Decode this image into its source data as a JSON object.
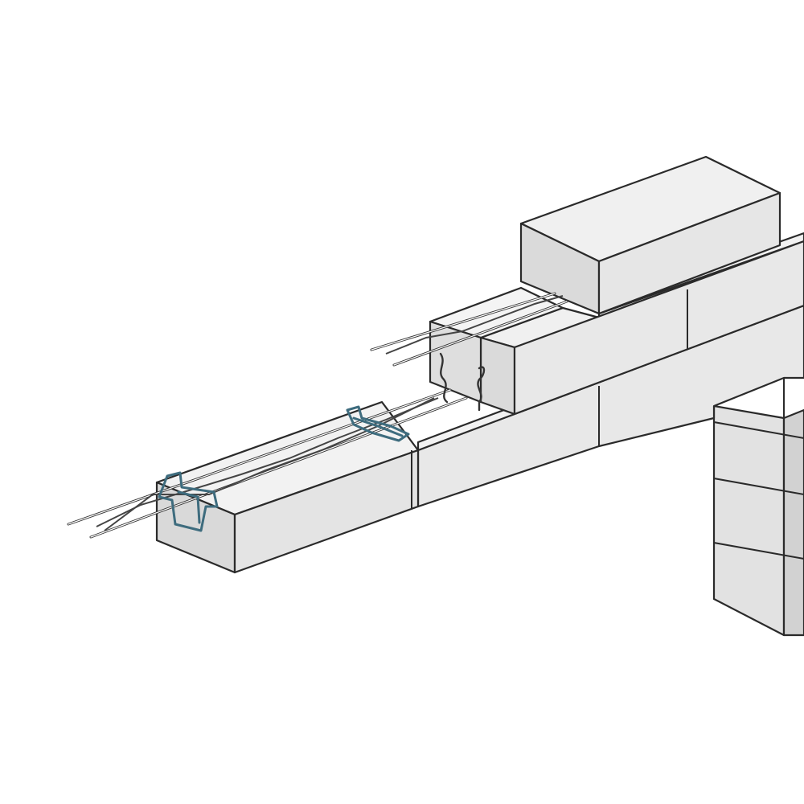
{
  "figure": {
    "description_visible_text": "",
    "colors": {
      "block_top": "#eeeeee",
      "block_front": "#e3e3e3",
      "block_end": "#d6d6d6",
      "outline": "#2a2a2a",
      "clip": "#3e6c7e",
      "clip_fill": "#8fb7c6",
      "background": "#ffffff"
    },
    "icons": [
      "masonry-block",
      "reinforcement-rod",
      "blue-clip",
      "wall-tie"
    ]
  }
}
